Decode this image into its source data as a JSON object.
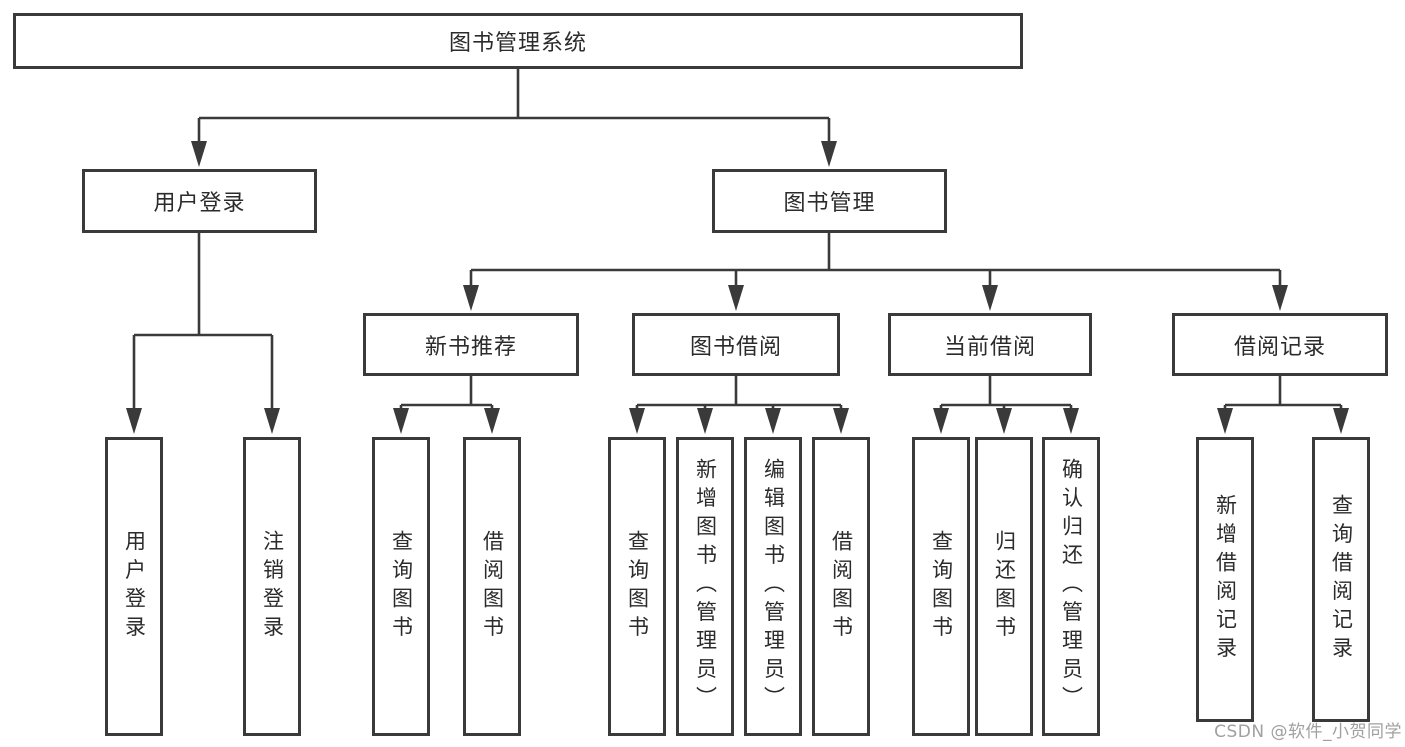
{
  "root": {
    "label": "图书管理系统",
    "children": [
      {
        "label": "用户登录",
        "children": [
          {
            "label": "用户登录"
          },
          {
            "label": "注销登录"
          }
        ]
      },
      {
        "label": "图书管理",
        "children": [
          {
            "label": "新书推荐",
            "children": [
              {
                "label": "查询图书"
              },
              {
                "label": "借阅图书"
              }
            ]
          },
          {
            "label": "图书借阅",
            "children": [
              {
                "label": "查询图书"
              },
              {
                "label": "新增图书（管理员）"
              },
              {
                "label": "编辑图书（管理员）"
              },
              {
                "label": "借阅图书"
              }
            ]
          },
          {
            "label": "当前借阅",
            "children": [
              {
                "label": "查询图书"
              },
              {
                "label": "归还图书"
              },
              {
                "label": "确认归还（管理员）"
              }
            ]
          },
          {
            "label": "借阅记录",
            "children": [
              {
                "label": "新增借阅记录"
              },
              {
                "label": "查询借阅记录"
              }
            ]
          }
        ]
      }
    ]
  },
  "watermark": {
    "text": "CSDN @软件_小贺同学"
  },
  "colors": {
    "line": "#3a3a3a",
    "border": "#3a3a3a",
    "text": "#2b2b2b",
    "watermark": "#a0a0a0",
    "background": "#ffffff"
  }
}
